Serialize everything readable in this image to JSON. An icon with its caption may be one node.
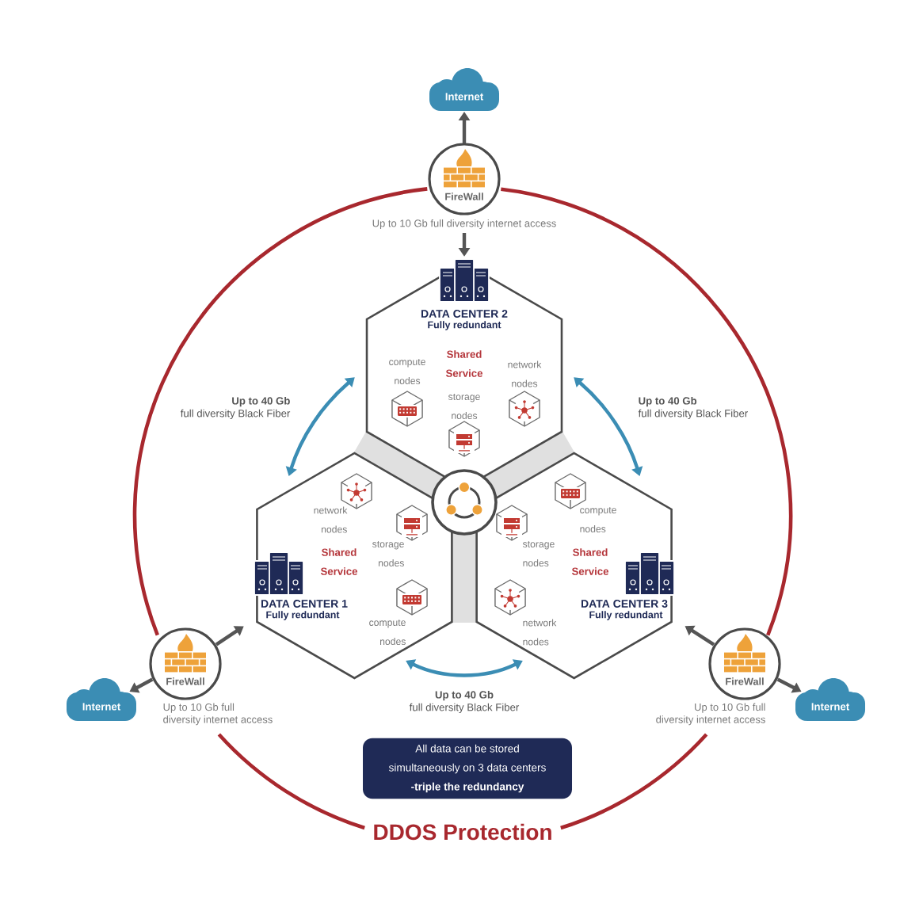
{
  "diagram": {
    "nodes": [
      {
        "text": [
          "Internet"
        ]
      },
      {
        "text": [
          "FireWall"
        ],
        "beside": [
          "Up to 10 Gb full diversity internet access"
        ]
      },
      {
        "text": [
          "DATA CENTER 2",
          "Fully redundant",
          "Shared Service",
          "compute nodes",
          "network nodes",
          "storage nodes"
        ]
      },
      {
        "text": [
          "network nodes",
          "storage nodes",
          "Shared Service",
          "DATA CENTER 1",
          "Fully redundant",
          "compute nodes"
        ]
      },
      {
        "text": [
          "compute nodes",
          "storage nodes",
          "Shared Service",
          "DATA CENTER 3",
          "Fully redundant",
          "network nodes"
        ]
      },
      {
        "text": [
          "FireWall"
        ],
        "beside": [
          "Up to 10 Gb full diversity internet access"
        ]
      },
      {
        "text": [
          "Internet"
        ]
      },
      {
        "text": [
          "FireWall"
        ],
        "beside": [
          "Up to 10 Gb full diversity internet access"
        ]
      },
      {
        "text": [
          "Internet"
        ]
      },
      {
        "text": [
          "All data can be stored simultaneously on 3 data centers **-triple the redundancy**"
        ]
      }
    ],
    "edges": [
      {
        "from": 1,
        "to": 0,
        "arrow": "to"
      },
      {
        "from": 1,
        "to": 2,
        "arrow": "to"
      },
      {
        "from": 2,
        "to": 3,
        "arrow": "both",
        "color": "#3b8db4",
        "label": "**Up to 40 Gb** full diversity Black Fiber"
      },
      {
        "from": 2,
        "to": 4,
        "arrow": "both",
        "color": "#3b8db4",
        "label": "**Up to 40 Gb** full diversity Black Fiber"
      },
      {
        "from": 3,
        "to": 4,
        "arrow": "both",
        "color": "#3b8db4",
        "label": "**Up to 40 Gb** full diversity Black Fiber"
      },
      {
        "from": 5,
        "to": 3,
        "arrow": "to"
      },
      {
        "from": 5,
        "to": 6,
        "arrow": "to"
      },
      {
        "from": 7,
        "to": 4,
        "arrow": "to"
      },
      {
        "from": 7,
        "to": 8,
        "arrow": "to"
      }
    ],
    "labels": [
      "DDOS Protection"
    ]
  }
}
